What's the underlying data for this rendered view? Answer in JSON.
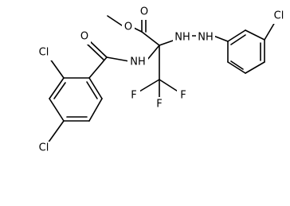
{
  "molecule": {
    "labels": {
      "o_carbonyl_ester": "O",
      "o_ester": "O",
      "o_amide": "O",
      "nh_amide": "NH",
      "nh_hydrazine_1": "NH",
      "nh_hydrazine_2": "NH",
      "cl_phenyl": "Cl",
      "cl_ring_ortho": "Cl",
      "cl_ring_para": "Cl",
      "f_left": "F",
      "f_bottom": "F",
      "f_right": "F"
    }
  }
}
